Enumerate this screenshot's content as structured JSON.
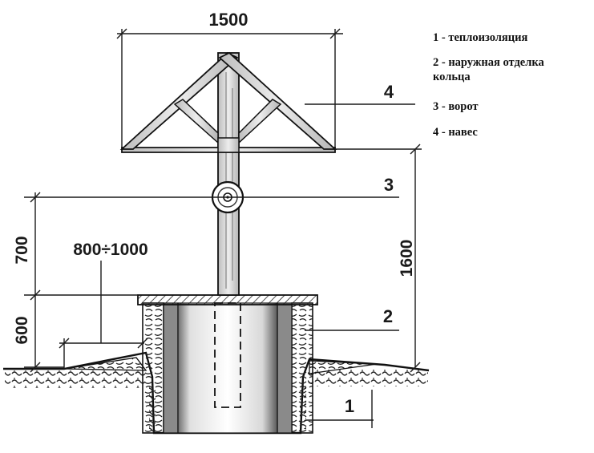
{
  "diagram": {
    "dimensions": {
      "canopy_width": "1500",
      "windlass_height": "700",
      "ring_height": "600",
      "pit_width": "800÷1000",
      "canopy_height": "1600"
    },
    "callouts": {
      "insulation": "1",
      "ring_finish": "2",
      "windlass": "3",
      "canopy": "4"
    },
    "legend": [
      {
        "number": "1",
        "label": "1 - теплоизоляция"
      },
      {
        "number": "2",
        "label": "2 - наружная отделка кольца"
      },
      {
        "number": "3",
        "label": "3 - ворот"
      },
      {
        "number": "4",
        "label": "4 - навес"
      }
    ]
  }
}
